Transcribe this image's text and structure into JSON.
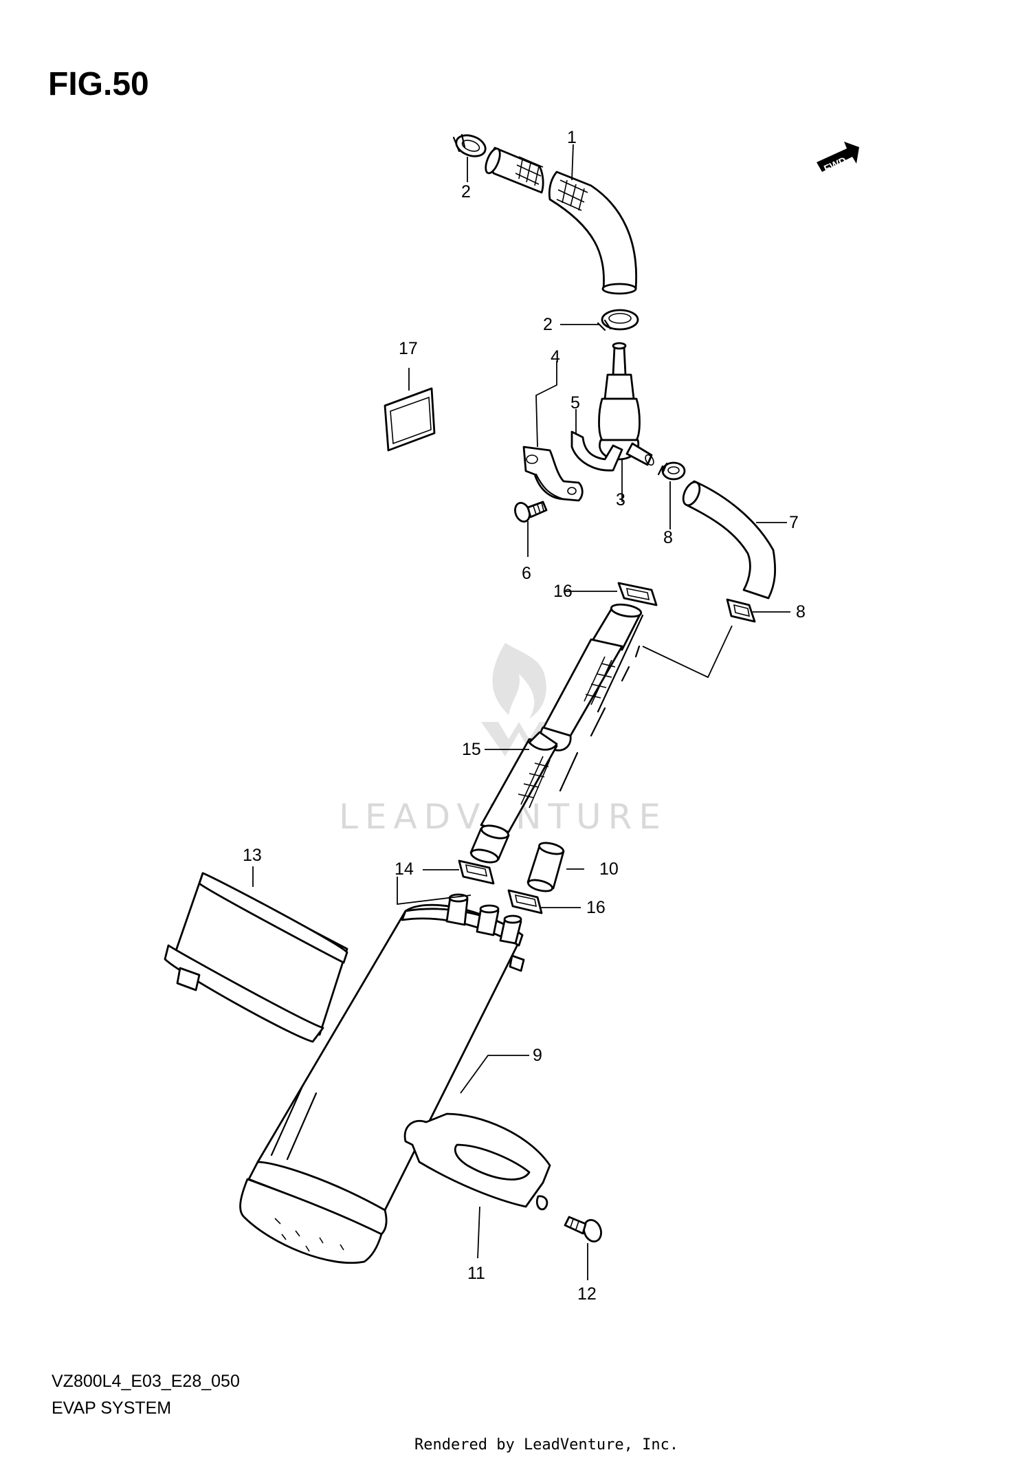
{
  "figure": {
    "title": "FIG.50",
    "model_code": "VZ800L4_E03_E28_050",
    "section_name": "EVAP SYSTEM",
    "direction_badge": "FWD",
    "direction_icon": "forward-arrow-icon"
  },
  "watermark": {
    "text": "LEADVENTURE",
    "icon": "flame-logo-icon"
  },
  "credit": "Rendered by LeadVenture, Inc.",
  "callouts": {
    "c1": "1",
    "c2a": "2",
    "c2b": "2",
    "c3": "3",
    "c4": "4",
    "c5": "5",
    "c6": "6",
    "c7": "7",
    "c8a": "8",
    "c8b": "8",
    "c9": "9",
    "c10": "10",
    "c11": "11",
    "c12": "12",
    "c13": "13",
    "c14": "14",
    "c15": "15",
    "c16a": "16",
    "c16b": "16",
    "c17": "17"
  },
  "colors": {
    "line": "#000000",
    "background": "#ffffff",
    "watermark": "#d9d9d9"
  }
}
